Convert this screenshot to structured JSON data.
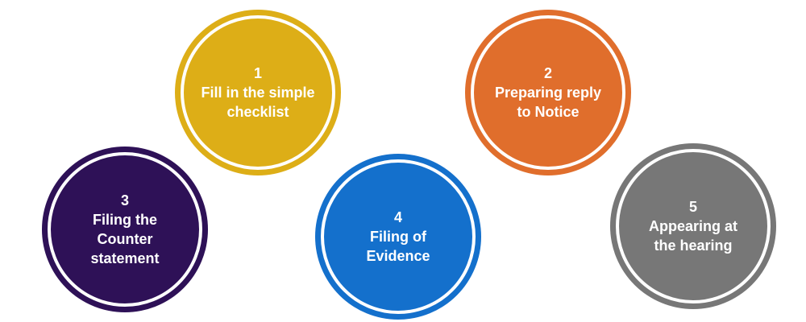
{
  "steps": [
    {
      "number": "1",
      "label": "Fill in the simple\nchecklist",
      "color": "#DDAE17"
    },
    {
      "number": "2",
      "label": "Preparing reply\nto Notice",
      "color": "#E06E2C"
    },
    {
      "number": "3",
      "label": "Filing the\nCounter\nstatement",
      "color": "#2E1157"
    },
    {
      "number": "4",
      "label": "Filing of\nEvidence",
      "color": "#1470CC"
    },
    {
      "number": "5",
      "label": "Appearing at\nthe hearing",
      "color": "#777777"
    }
  ]
}
